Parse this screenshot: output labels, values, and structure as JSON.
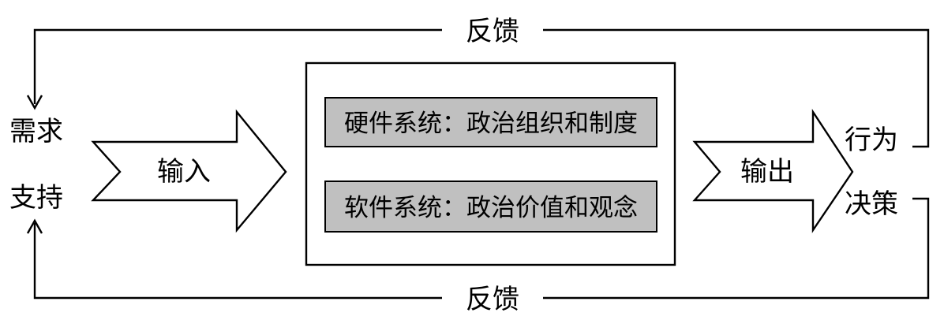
{
  "feedback_top": "反馈",
  "feedback_bottom": "反馈",
  "demand": "需求",
  "support": "支持",
  "input": "输入",
  "output": "输出",
  "behavior": "行为",
  "decision": "决策",
  "system": {
    "hardware": "硬件系统：政治组织和制度",
    "software": "软件系统：政治价值和观念"
  },
  "colors": {
    "line": "#000000",
    "inner_box_fill": "#c0c0c0",
    "background": "#ffffff"
  }
}
